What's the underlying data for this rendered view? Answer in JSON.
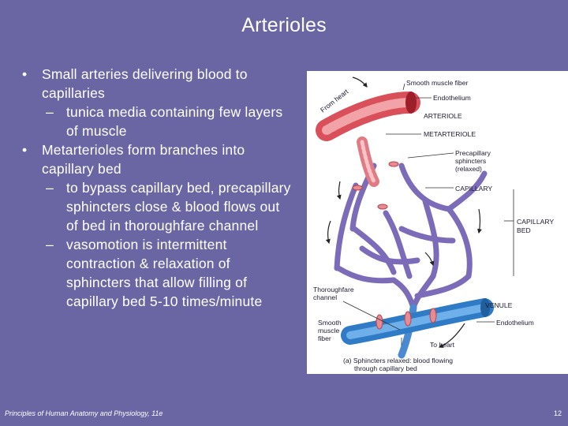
{
  "slide": {
    "title": "Arterioles",
    "bullets": [
      {
        "text": "Small arteries delivering blood to capillaries",
        "subs": [
          "tunica media containing few layers of muscle"
        ]
      },
      {
        "text": "Metarterioles form branches into capillary bed",
        "subs": [
          "to bypass capillary bed, precapillary sphincters close & blood flows out of bed in thoroughfare channel",
          "vasomotion is intermittent contraction & relaxation of sphincters that allow filling of capillary bed 5-10 times/minute"
        ]
      }
    ],
    "bullet_symbol": "•",
    "dash_symbol": "–"
  },
  "figure": {
    "labels": {
      "from_heart": "From heart",
      "smooth_muscle_fiber": "Smooth muscle fiber",
      "endothelium_top": "Endothelium",
      "arteriole": "ARTERIOLE",
      "metarteriole": "METARTERIOLE",
      "precap_1": "Precapillary",
      "precap_2": "sphincters",
      "precap_3": "(relaxed)",
      "capillary": "CAPILLARY",
      "capillary_bed_1": "CAPILLARY",
      "capillary_bed_2": "BED",
      "thoroughfare_1": "Thoroughfare",
      "thoroughfare_2": "channel",
      "venule": "VENULE",
      "smooth_1": "Smooth",
      "smooth_2": "muscle",
      "smooth_3": "fiber",
      "endothelium_bottom": "Endothelium",
      "to_heart": "To heart",
      "caption_1": "(a) Sphincters relaxed: blood flowing",
      "caption_2": "through capillary bed"
    },
    "colors": {
      "artery": "#d9505a",
      "capillary": "#7b6bb8",
      "vein": "#3b8bd4"
    }
  },
  "footer": {
    "citation": "Principles of Human Anatomy and Physiology, 11e",
    "page_number": "12"
  }
}
